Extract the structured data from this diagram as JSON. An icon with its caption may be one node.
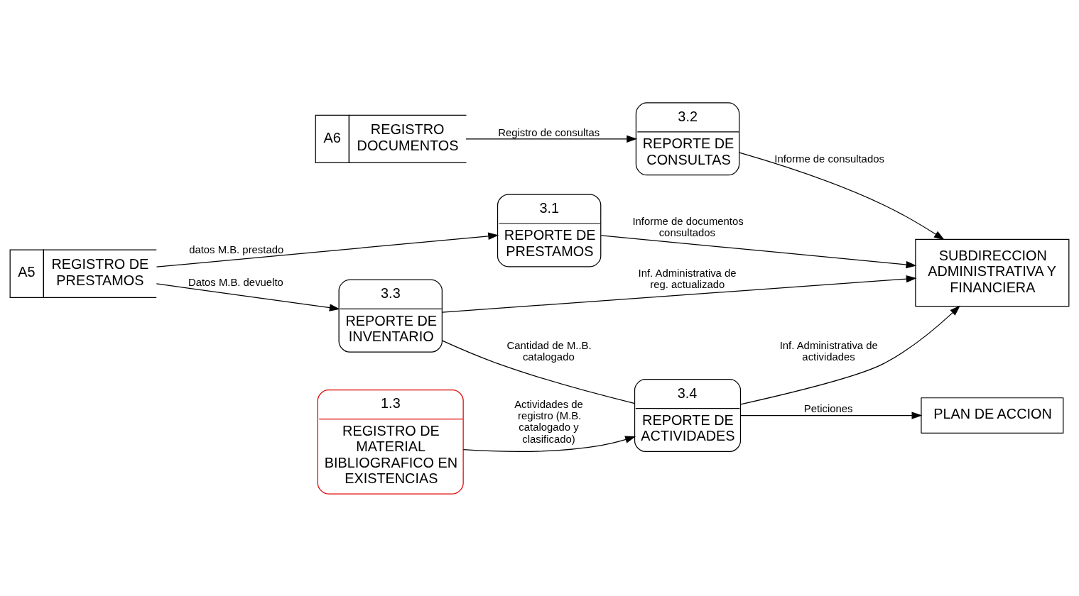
{
  "diagram": {
    "nodes": [
      {
        "text": [
          "A5",
          "REGISTRO DE PRESTAMOS"
        ]
      },
      {
        "text": [
          "3.1",
          "REPORTE DE PRESTAMOS"
        ]
      },
      {
        "text": [
          "3.2",
          "REPORTE DE CONSULTAS"
        ]
      },
      {
        "text": [
          "A6",
          "REGISTRO DOCUMENTOS"
        ]
      },
      {
        "text": [
          "3.3",
          "REPORTE DE INVENTARIO"
        ]
      },
      {
        "text": [
          "SUBDIRECCION ADMINISTRATIVA Y FINANCIERA"
        ]
      },
      {
        "text": [
          "1.3",
          "REGISTRO DE MATERIAL BIBLIOGRAFICO EN EXISTENCIAS"
        ]
      },
      {
        "text": [
          "3.4",
          "REPORTE DE ACTIVIDADES"
        ]
      },
      {
        "text": [
          "PLAN DE ACCION"
        ]
      }
    ],
    "edges": [
      {
        "from": 0,
        "to": 1,
        "arrow": "to",
        "label": "datos M.B. prestado"
      },
      {
        "from": 3,
        "to": 2,
        "arrow": "to",
        "label": "Registro de consultas"
      },
      {
        "from": 2,
        "to": 5,
        "arrow": "to",
        "label": "Informe de consultados"
      },
      {
        "from": 1,
        "to": 5,
        "arrow": "to",
        "label": "Informe de documentos consultados"
      },
      {
        "from": 0,
        "to": 4,
        "arrow": "to",
        "label": "Datos M.B. devuelto"
      },
      {
        "from": 4,
        "to": 5,
        "arrow": "to",
        "label": "Inf. Administrativa de reg. actualizado"
      },
      {
        "from": 4,
        "to": 7,
        "arrow": "none",
        "label": "Cantidad de M..B. catalogado"
      },
      {
        "from": 6,
        "to": 7,
        "arrow": "to",
        "label": "Actividades de registro (M.B. catalogado y clasificado)"
      },
      {
        "from": 7,
        "to": 5,
        "arrow": "to",
        "label": "Inf. Administrativa de actividades"
      },
      {
        "from": 7,
        "to": 8,
        "arrow": "to",
        "label": "Peticiones"
      }
    ]
  }
}
